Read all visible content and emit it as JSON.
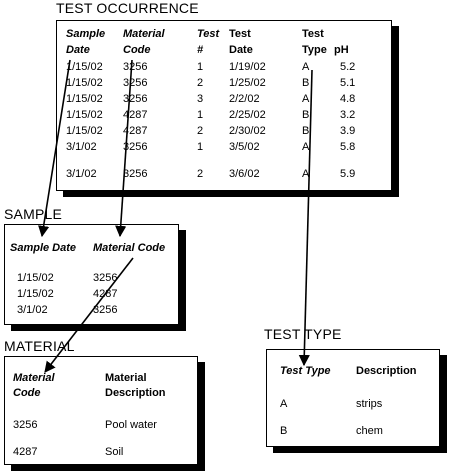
{
  "test_occurrence": {
    "title": "TEST OCCURRENCE",
    "header_line1": [
      "Sample",
      "Material",
      "Test",
      "Test",
      "Test",
      ""
    ],
    "header_line2": [
      "Date",
      "Code",
      "#",
      "Date",
      "Type",
      "pH"
    ],
    "rows": [
      [
        "1/15/02",
        "3256",
        "1",
        "1/19/02",
        "A",
        "5.2"
      ],
      [
        "1/15/02",
        "3256",
        "2",
        "1/25/02",
        "B",
        "5.1"
      ],
      [
        "1/15/02",
        "3256",
        "3",
        "2/2/02",
        "A",
        "4.8"
      ],
      [
        "1/15/02",
        "4287",
        "1",
        "2/25/02",
        "B",
        "3.2"
      ],
      [
        "1/15/02",
        "4287",
        "2",
        "2/30/02",
        "B",
        "3.9"
      ],
      [
        "3/1/02",
        "3256",
        "1",
        "3/5/02",
        "A",
        "5.8"
      ],
      [
        "3/1/02",
        "3256",
        "2",
        "3/6/02",
        "A",
        "5.9"
      ]
    ]
  },
  "sample": {
    "title": "SAMPLE",
    "headers": [
      "Sample Date",
      "Material Code"
    ],
    "rows": [
      [
        "1/15/02",
        "3256"
      ],
      [
        "1/15/02",
        "4287"
      ],
      [
        "3/1/02",
        "3256"
      ]
    ]
  },
  "material": {
    "title": "MATERIAL",
    "header_line1": [
      "Material",
      "Material"
    ],
    "header_line2": [
      "Code",
      "Description"
    ],
    "rows": [
      [
        "3256",
        "Pool water"
      ],
      [
        "4287",
        "Soil"
      ]
    ]
  },
  "test_type": {
    "title": "TEST TYPE",
    "headers": [
      "Test Type",
      "Description"
    ],
    "rows": [
      [
        "A",
        "strips"
      ],
      [
        "B",
        "chem"
      ]
    ]
  }
}
